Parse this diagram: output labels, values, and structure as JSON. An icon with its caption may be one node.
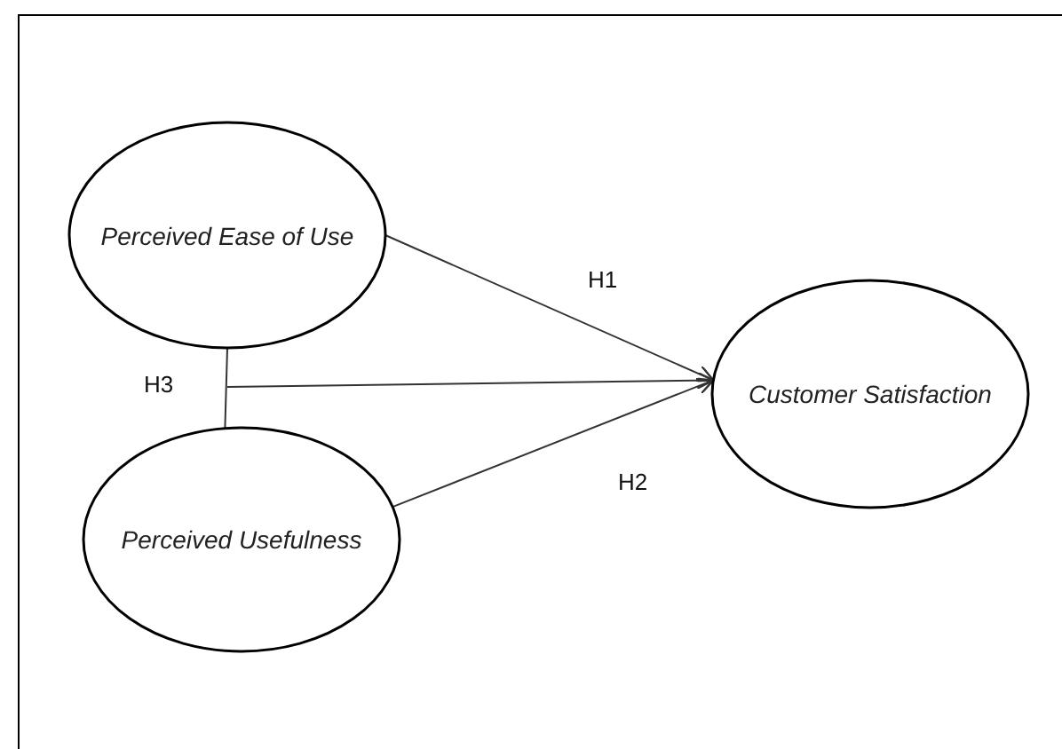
{
  "diagram": {
    "nodes": [
      {
        "text": [
          "Perceived Ease of Use"
        ]
      },
      {
        "text": [
          "Perceived Usefulness"
        ]
      },
      {
        "text": [
          "Customer Satisfaction"
        ]
      }
    ],
    "edges": [
      {
        "from": 0,
        "to": 2,
        "arrow": "to",
        "label": "H1"
      },
      {
        "from": 0,
        "to": 1,
        "arrow": "none",
        "label": "H3"
      },
      {
        "from": null,
        "to": 2,
        "arrow": "to"
      },
      {
        "from": 1,
        "to": 2,
        "arrow": "to",
        "label": "H2"
      }
    ]
  }
}
